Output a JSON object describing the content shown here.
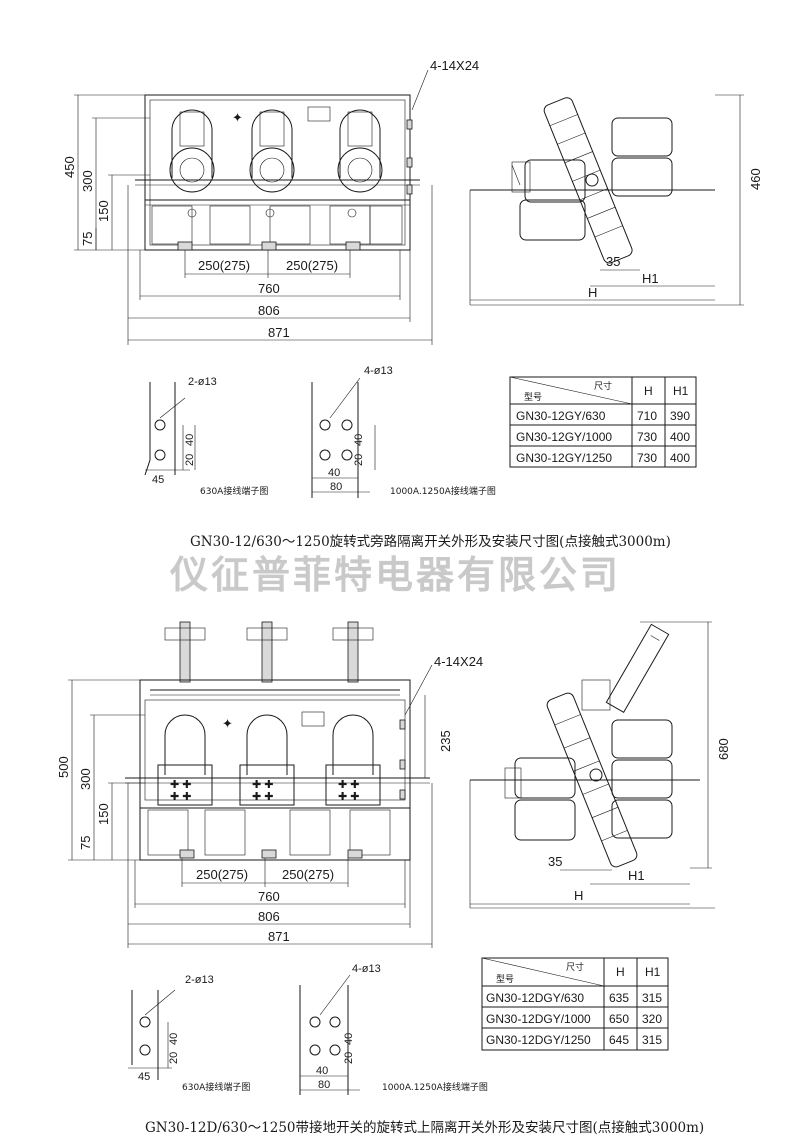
{
  "watermark": "仪征普菲特电器有限公司",
  "diagram1": {
    "caption": "GN30-12/630～1250旋转式旁路隔离开关外形及安装尺寸图(点接触式3000m)",
    "mount_hole": "4-14X24",
    "dims": {
      "h450": "450",
      "h300": "300",
      "h150": "150",
      "h75": "75",
      "pitch1": "250(275)",
      "pitch2": "250(275)",
      "w760": "760",
      "w806": "806",
      "w871": "871",
      "side_h": "460",
      "side_35": "35",
      "side_H1": "H1",
      "side_H": "H"
    },
    "terminal_630": {
      "hole": "2-ø13",
      "d40": "40",
      "d20": "20",
      "d45": "45",
      "label": "630A接线端子图"
    },
    "terminal_1250": {
      "hole": "4-ø13",
      "d40v": "40",
      "d20": "20",
      "d40h": "40",
      "d80": "80",
      "label": "1000A.1250A接线端子图"
    },
    "table": {
      "header_model": "型号",
      "header_size": "尺寸",
      "header_H": "H",
      "header_H1": "H1",
      "rows": [
        {
          "model": "GN30-12GY/630",
          "H": "710",
          "H1": "390"
        },
        {
          "model": "GN30-12GY/1000",
          "H": "730",
          "H1": "400"
        },
        {
          "model": "GN30-12GY/1250",
          "H": "730",
          "H1": "400"
        }
      ]
    }
  },
  "diagram2": {
    "caption": "GN30-12D/630～1250带接地开关的旋转式上隔离开关外形及安装尺寸图(点接触式3000m)",
    "mount_hole": "4-14X24",
    "dims": {
      "h500": "500",
      "h300": "300",
      "h150": "150",
      "h75": "75",
      "h235": "235",
      "pitch1": "250(275)",
      "pitch2": "250(275)",
      "w760": "760",
      "w806": "806",
      "w871": "871",
      "side_h": "680",
      "side_35": "35",
      "side_H1": "H1",
      "side_H": "H"
    },
    "terminal_630": {
      "hole": "2-ø13",
      "d40": "40",
      "d20": "20",
      "d45": "45",
      "label": "630A接线端子图"
    },
    "terminal_1250": {
      "hole": "4-ø13",
      "d40v": "40",
      "d20": "20",
      "d40h": "40",
      "d80": "80",
      "label": "1000A.1250A接线端子图"
    },
    "table": {
      "header_model": "型号",
      "header_size": "尺寸",
      "header_H": "H",
      "header_H1": "H1",
      "rows": [
        {
          "model": "GN30-12DGY/630",
          "H": "635",
          "H1": "315"
        },
        {
          "model": "GN30-12DGY/1000",
          "H": "650",
          "H1": "320"
        },
        {
          "model": "GN30-12DGY/1250",
          "H": "645",
          "H1": "315"
        }
      ]
    }
  }
}
